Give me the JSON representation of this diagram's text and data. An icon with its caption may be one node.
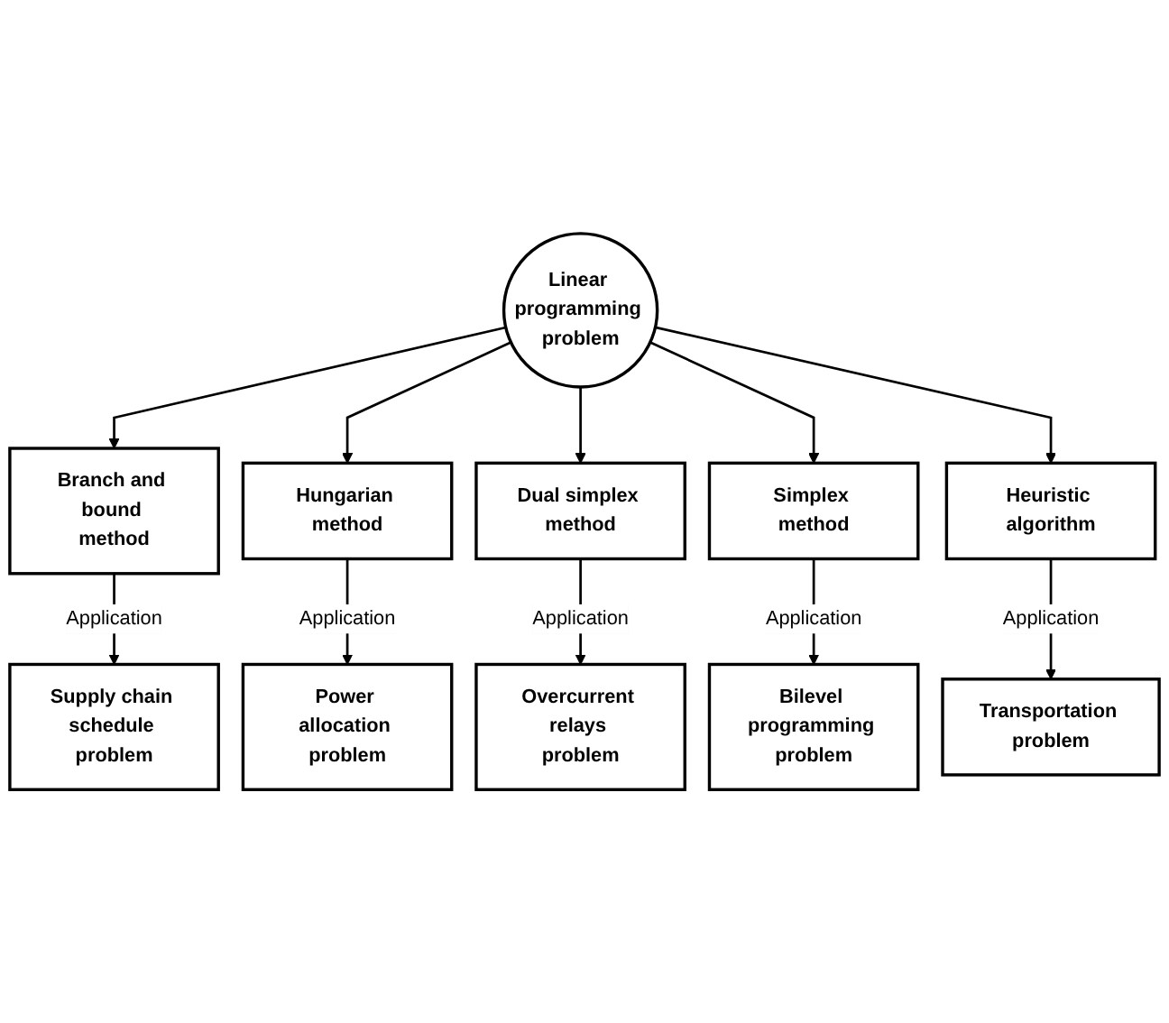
{
  "diagram": {
    "nodes": [
      {
        "text": [
          "Linear programming problem"
        ]
      },
      {
        "text": [
          "Branch and bound method"
        ]
      },
      {
        "text": [
          "Hungarian method"
        ]
      },
      {
        "text": [
          "Dual simplex method"
        ]
      },
      {
        "text": [
          "Simplex method"
        ]
      },
      {
        "text": [
          "Heuristic algorithm"
        ]
      },
      {
        "text": [
          "Supply chain schedule problem"
        ]
      },
      {
        "text": [
          "Power allocation problem"
        ]
      },
      {
        "text": [
          "Overcurrent relays problem"
        ]
      },
      {
        "text": [
          "Bilevel programming problem"
        ]
      },
      {
        "text": [
          "Transportation problem"
        ]
      }
    ],
    "edges": [
      {
        "from": 0,
        "to": 1,
        "arrow": "to"
      },
      {
        "from": 0,
        "to": 2,
        "arrow": "to"
      },
      {
        "from": 0,
        "to": 3,
        "arrow": "to"
      },
      {
        "from": 0,
        "to": 4,
        "arrow": "to"
      },
      {
        "from": 0,
        "to": 5,
        "arrow": "to"
      },
      {
        "from": 1,
        "to": 6,
        "label": "Application",
        "arrow": "to"
      },
      {
        "from": 2,
        "to": 7,
        "label": "Application",
        "arrow": "to"
      },
      {
        "from": 3,
        "to": 8,
        "label": "Application",
        "arrow": "to"
      },
      {
        "from": 4,
        "to": 9,
        "label": "Application",
        "arrow": "to"
      },
      {
        "from": 5,
        "to": 10,
        "label": "Application",
        "arrow": "to"
      }
    ]
  }
}
